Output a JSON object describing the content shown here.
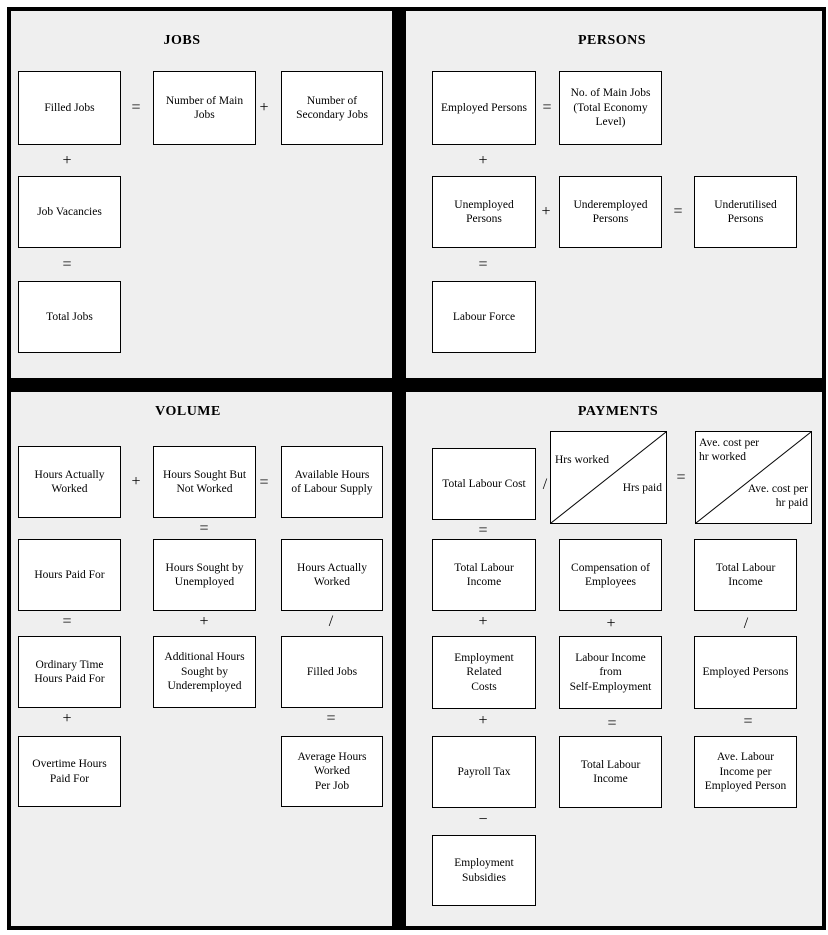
{
  "colors": {
    "background": "#efefef",
    "box_fill": "#ffffff",
    "line": "#000000"
  },
  "symbols": {
    "plus": "+",
    "equals": "=",
    "divide": "/",
    "minus": "−"
  },
  "quadrants": {
    "jobs": {
      "title": "JOBS",
      "boxes": {
        "filled_jobs": "Filled Jobs",
        "number_main_jobs": "Number of Main\nJobs",
        "number_secondary_jobs": "Number of\nSecondary Jobs",
        "job_vacancies": "Job Vacancies",
        "total_jobs": "Total Jobs"
      }
    },
    "persons": {
      "title": "PERSONS",
      "boxes": {
        "employed_persons": "Employed Persons",
        "no_main_jobs_total_economy": "No. of Main Jobs\n(Total Economy\nLevel)",
        "unemployed_persons": "Unemployed\nPersons",
        "underemployed_persons": "Underemployed\nPersons",
        "underutilised_persons": "Underutilised\nPersons",
        "labour_force": "Labour Force"
      }
    },
    "volume": {
      "title": "VOLUME",
      "boxes": {
        "hours_actually_worked": "Hours Actually\nWorked",
        "hours_sought_not_worked": "Hours Sought But\nNot Worked",
        "available_hours_labour_supply": "Available Hours\nof Labour Supply",
        "hours_paid_for": "Hours Paid For",
        "hours_sought_by_unemployed": "Hours Sought by\nUnemployed",
        "hours_actually_worked_2": "Hours Actually\nWorked",
        "ordinary_time_hours_paid": "Ordinary Time\nHours Paid For",
        "additional_hours_underemployed": "Additional Hours\nSought by\nUnderemployed",
        "filled_jobs": "Filled Jobs",
        "overtime_hours_paid": "Overtime Hours\nPaid For",
        "average_hours_worked_per_job": "Average Hours\nWorked\nPer Job"
      }
    },
    "payments": {
      "title": "PAYMENTS",
      "boxes": {
        "total_labour_cost": "Total Labour Cost",
        "hrs_worked": "Hrs worked",
        "hrs_paid": "Hrs paid",
        "ave_cost_per_hr_worked": "Ave. cost per\nhr worked",
        "ave_cost_per_hr_paid": "Ave. cost per\nhr paid",
        "total_labour_income_col1": "Total Labour\nIncome",
        "compensation_of_employees": "Compensation of\nEmployees",
        "total_labour_income_col3": "Total Labour\nIncome",
        "employment_related_costs": "Employment\nRelated\nCosts",
        "labour_income_self_employment": "Labour Income\nfrom\nSelf-Employment",
        "employed_persons": "Employed Persons",
        "payroll_tax": "Payroll Tax",
        "total_labour_income_col2": "Total Labour\nIncome",
        "ave_labour_income_per_employed_person": "Ave. Labour\nIncome per\nEmployed Person",
        "employment_subsidies": "Employment\nSubsidies"
      }
    }
  }
}
